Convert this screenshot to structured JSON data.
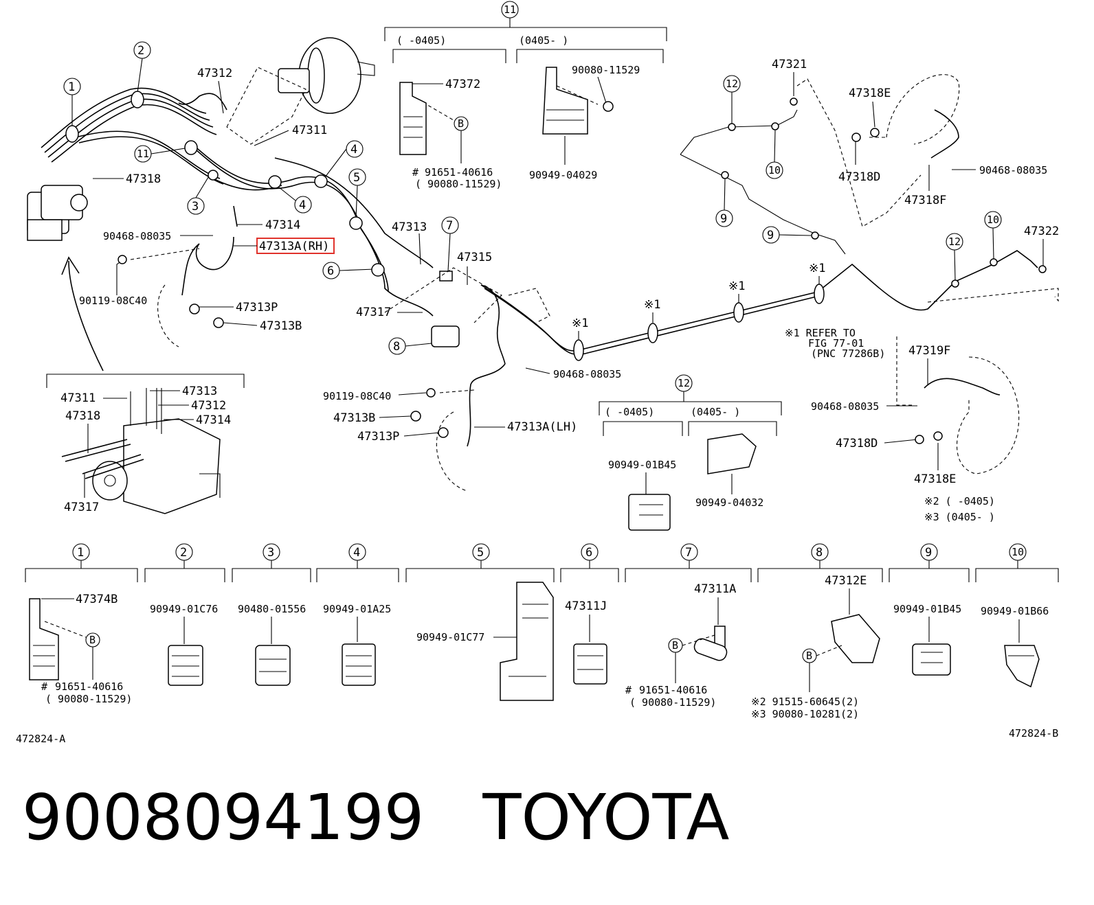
{
  "diagram": {
    "callouts": {
      "c1": "1",
      "c2": "2",
      "c3": "3",
      "c4": "4",
      "c5": "5",
      "c6": "6",
      "c7": "7",
      "c8": "8",
      "c9": "9",
      "c10": "10",
      "c11": "11",
      "c12": "12"
    },
    "top_labels": {
      "p47312": "47312",
      "p47311": "47311",
      "p47318": "47318",
      "p47314": "47314",
      "p90468a": "90468-08035",
      "p47313a_rh": "47313A(RH)",
      "p90119a": "90119-08C40",
      "p47313p": "47313P",
      "p47313b": "47313B",
      "p47313": "47313",
      "p47315": "47315",
      "p47317": "47317",
      "p90468b": "90468-08035",
      "p90119b": "90119-08C40",
      "p47313b2": "47313B",
      "p47313p2": "47313P",
      "p47313a_lh": "47313A(LH)"
    },
    "inset_labels": {
      "i47311": "47311",
      "i47313": "47313",
      "i47312": "47312",
      "i47318": "47318",
      "i47314": "47314",
      "i47317": "47317"
    },
    "group11": {
      "range_a": "(      -0405)",
      "range_b": "(0405-      )",
      "p47372": "47372",
      "p91651": "91651-40616",
      "p90080": "( 90080-11529)",
      "p90080b": "90080-11529",
      "p90949": "90949-04029",
      "hash": "#",
      "b": "B"
    },
    "rear_labels": {
      "p47321": "47321",
      "p47318e": "47318E",
      "p47318d": "47318D",
      "p47318f": "47318F",
      "p90468c": "90468-08035",
      "p47322": "47322",
      "mark1": "※1",
      "refer1": "※1 REFER TO",
      "refer2": "FIG 77-01",
      "refer3": "(PNC 77286B)",
      "p47319f": "47319F",
      "p90468d": "90468-08035",
      "p47318d2": "47318D",
      "p47318e2": "47318E",
      "note2": "※2 (      -0405)",
      "note3": "※3 (0405-      )"
    },
    "group12": {
      "range_a": "(     -0405)",
      "range_b": "(0405-      )",
      "p90949a": "90949-01B45",
      "p90949b": "90949-04032"
    },
    "bottom_row": {
      "b1": "47374B",
      "b1_91651": "91651-40616",
      "b1_90080": "( 90080-11529)",
      "b2": "90949-01C76",
      "b3": "90480-01556",
      "b4": "90949-01A25",
      "b5": "90949-01C77",
      "b6": "47311J",
      "b7": "47311A",
      "b7_91651": "91651-40616",
      "b7_90080": "( 90080-11529)",
      "b8": "47312E",
      "b8_n2": "※2 91515-60645(2)",
      "b8_n3": "※3 90080-10281(2)",
      "b9": "90949-01B45",
      "b10": "90949-01B66"
    },
    "figure_ids": {
      "left": "472824-A",
      "right": "472824-B"
    }
  },
  "caption": {
    "part_number": "9008094199",
    "brand": "TOYOTA"
  },
  "colors": {
    "highlight": "#e0322b",
    "ink": "#000000",
    "background": "#ffffff"
  }
}
